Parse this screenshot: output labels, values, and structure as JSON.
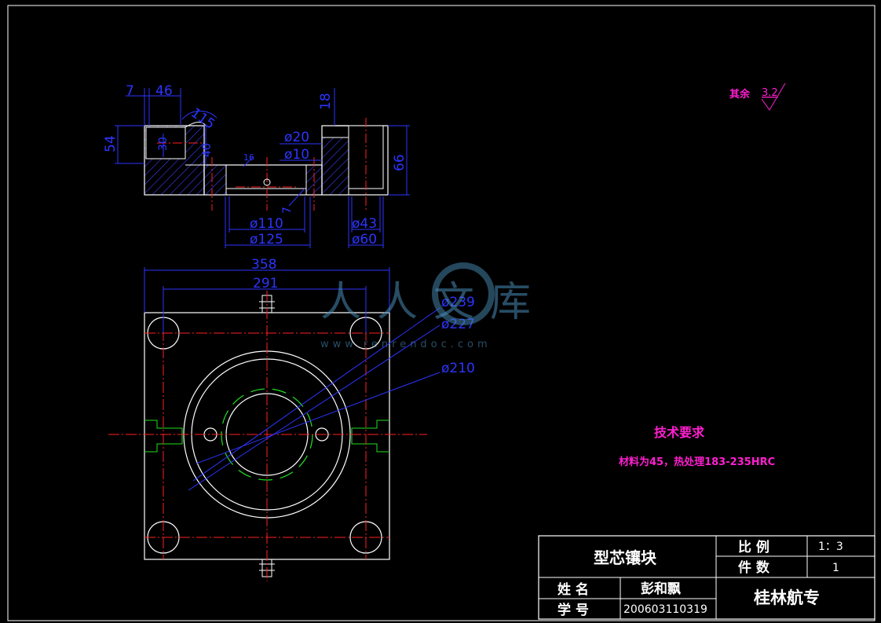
{
  "top_view_dims": {
    "d7": "7",
    "d46": "46",
    "d115": "115",
    "d18": "18",
    "d54": "54",
    "d30": "30",
    "d40": "40",
    "d66": "66",
    "d16": "16",
    "d7b": "7",
    "phi20": "ø20",
    "phi10": "ø10",
    "phi110": "ø110",
    "phi125": "ø125",
    "phi43": "ø43",
    "phi60": "ø60"
  },
  "plan_view_dims": {
    "d358": "358",
    "d291": "291",
    "phi239": "ø239",
    "phi227": "ø227",
    "phi210": "ø210"
  },
  "roughness": {
    "label": "其余",
    "value": "3.2"
  },
  "tech_requirements": {
    "title": "技术要求",
    "text": "材料为45，热处理183-235HRC"
  },
  "watermark": {
    "brand": "人人文库",
    "url": "www.renrendoc.com"
  },
  "title_block": {
    "part_name": "型芯镶块",
    "scale_label": "比 例",
    "scale_value": "1：3",
    "qty_label": "件 数",
    "qty_value": "1",
    "name_label": "姓 名",
    "name_value": "彭和飘",
    "id_label": "学 号",
    "id_value": "200603110319",
    "school": "桂林航专"
  },
  "colors": {
    "background": "#000000",
    "outline": "#ffffff",
    "dimension": "#2c35ff",
    "center_line": "#ff2020",
    "hidden_line": "#20e020",
    "note_text": "#ff1fd0",
    "hatch": "#3a3fff"
  }
}
